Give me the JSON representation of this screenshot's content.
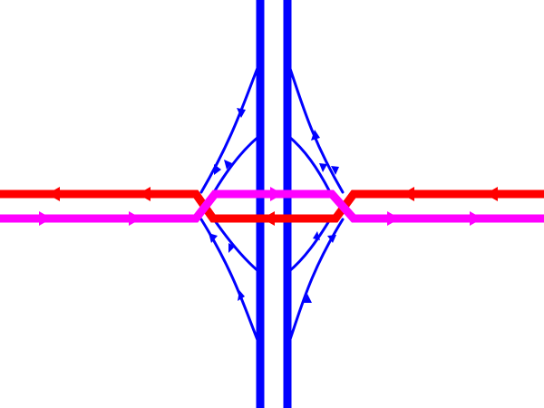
{
  "diagram": {
    "kind": "diverging-diamond-interchange",
    "colors": {
      "background": "#ffffff",
      "freeway": "#0000ff",
      "ramps": "#0000ff",
      "westbound_road": "#ff0000",
      "eastbound_road": "#ff00ff"
    },
    "roads": [
      {
        "id": "freeway-southbound",
        "color_key": "freeway",
        "direction": "south"
      },
      {
        "id": "freeway-northbound",
        "color_key": "freeway",
        "direction": "north"
      },
      {
        "id": "arterial-westbound",
        "color_key": "westbound_road",
        "direction": "west",
        "crossover": true
      },
      {
        "id": "arterial-eastbound",
        "color_key": "eastbound_road",
        "direction": "east",
        "crossover": true
      }
    ],
    "ramps": [
      {
        "id": "ramp-nw-on",
        "color_key": "ramps",
        "quadrant": "north-west"
      },
      {
        "id": "ramp-ne-off",
        "color_key": "ramps",
        "quadrant": "north-east"
      },
      {
        "id": "ramp-sw-off",
        "color_key": "ramps",
        "quadrant": "south-west"
      },
      {
        "id": "ramp-se-on",
        "color_key": "ramps",
        "quadrant": "south-east"
      }
    ]
  }
}
